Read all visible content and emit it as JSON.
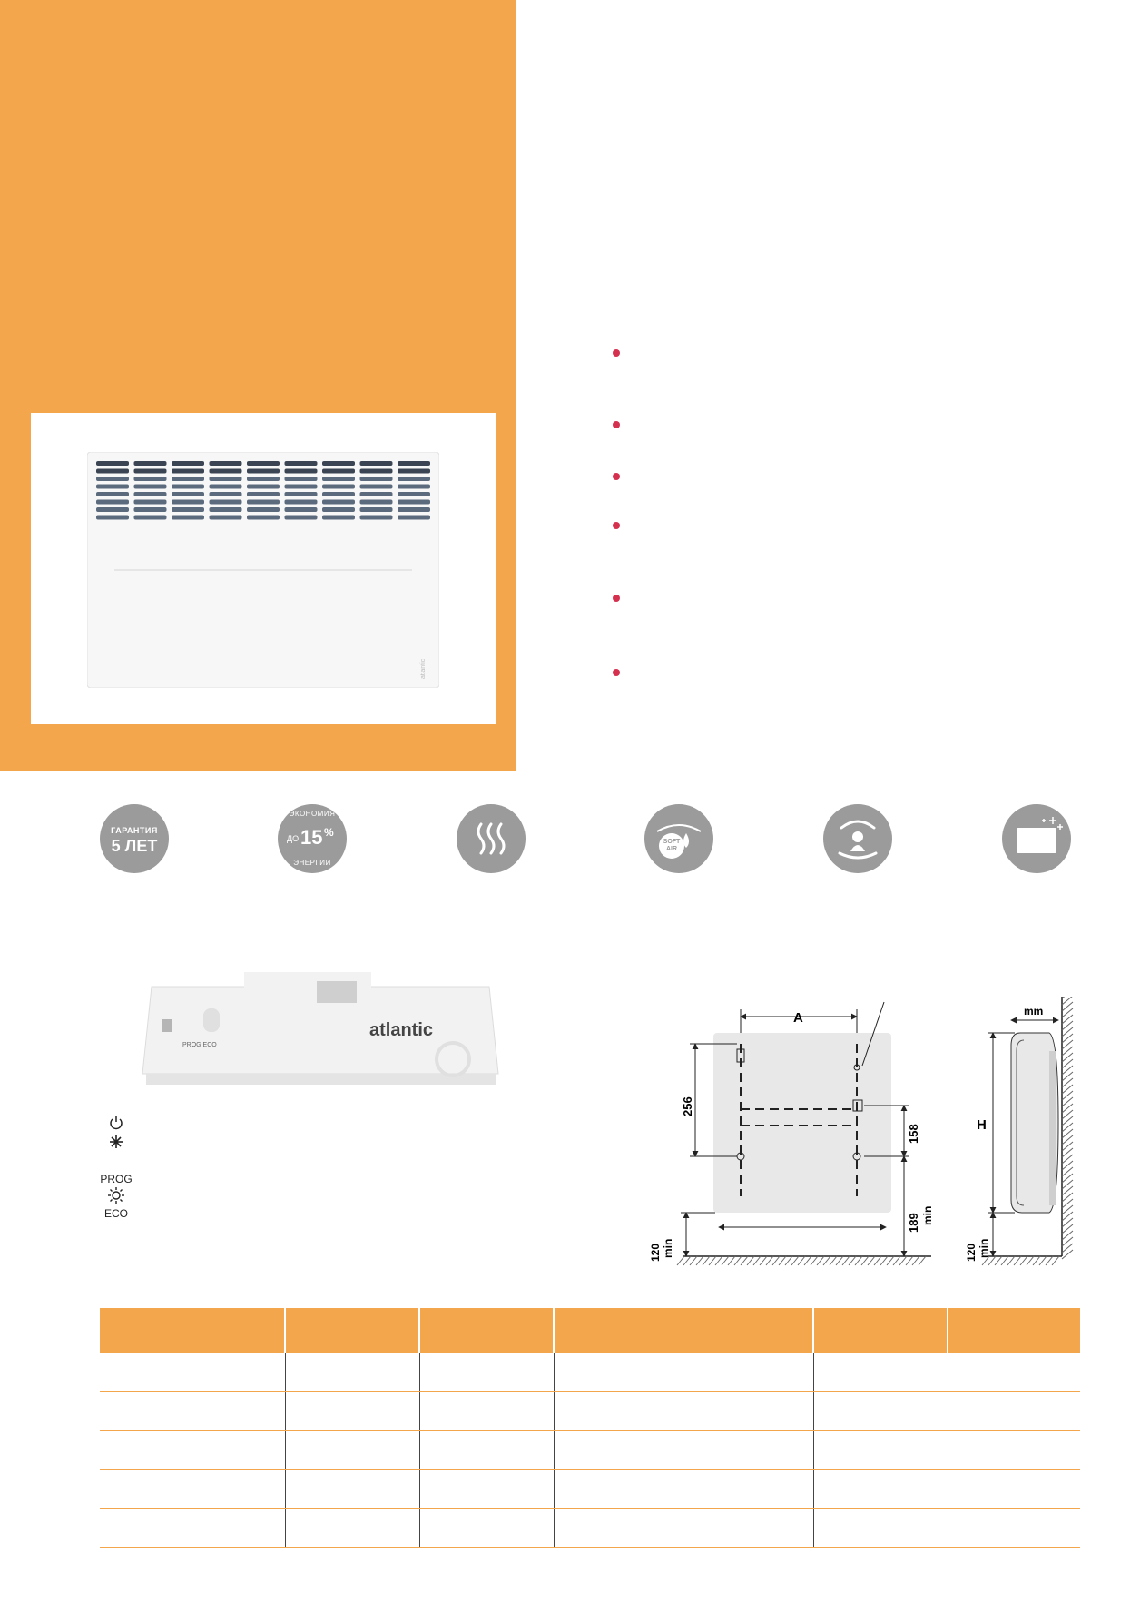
{
  "colors": {
    "accent": "#f4a64c",
    "bullet": "#d6304f",
    "badge": "#9b9b9b"
  },
  "product": {
    "brand_mark": "atlantic"
  },
  "badges": [
    {
      "icon": "warranty-badge",
      "small": "ГАРАНТИЯ",
      "big": "5 ЛЕТ"
    },
    {
      "icon": "energy-saving-badge",
      "top": "ЭКОНОМИЯ",
      "prefix": "ДО",
      "big": "15",
      "unit": "%",
      "bottom": "ЭНЕРГИИ"
    },
    {
      "icon": "heat-waves-icon"
    },
    {
      "icon": "soft-air-icon",
      "line1": "SOFT",
      "line2": "AIR"
    },
    {
      "icon": "comfort-hands-icon"
    },
    {
      "icon": "heater-sparkle-icon"
    }
  ],
  "control_panel": {
    "brand": "atlantic",
    "mode_labels": "PROG ECO"
  },
  "legend": {
    "prog": "PROG",
    "eco": "ECO"
  },
  "diagram": {
    "A": "A",
    "dim_256": "256",
    "dim_158": "158",
    "dim_189": "189",
    "dim_120": "120",
    "min": "min",
    "H": "H",
    "mm": "mm"
  },
  "table": {
    "columns": 6,
    "rows": 5
  }
}
